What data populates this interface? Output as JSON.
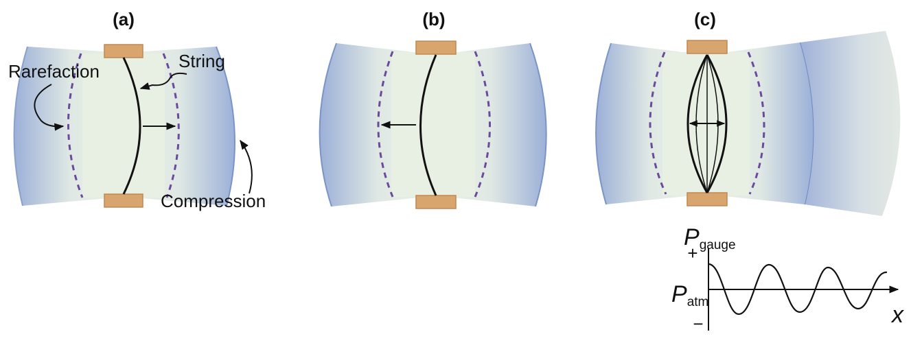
{
  "figure": {
    "panels": [
      {
        "id": "a",
        "label": "(a)",
        "string_motion": "right"
      },
      {
        "id": "b",
        "label": "(b)",
        "string_motion": "left"
      },
      {
        "id": "c",
        "label": "(c)",
        "string_motion": "vibrating"
      }
    ],
    "annotations": {
      "rarefaction": "Rarefaction",
      "string": "String",
      "compression": "Compression"
    },
    "graph": {
      "y_axis_label_main": "P",
      "y_axis_label_sub": "gauge",
      "y_ref_label_main": "P",
      "y_ref_label_sub": "atm",
      "plus_tick": "+",
      "minus_tick": "−",
      "x_axis_label": "x",
      "curve": "cosine"
    },
    "colors": {
      "compression_blue": "#9fb2d6",
      "center_green": "#e6efe1",
      "bracket_tan": "#d9a56e",
      "bracket_border": "#c08850",
      "dashed_purple": "#6a4a9a",
      "ink": "#111111"
    }
  }
}
